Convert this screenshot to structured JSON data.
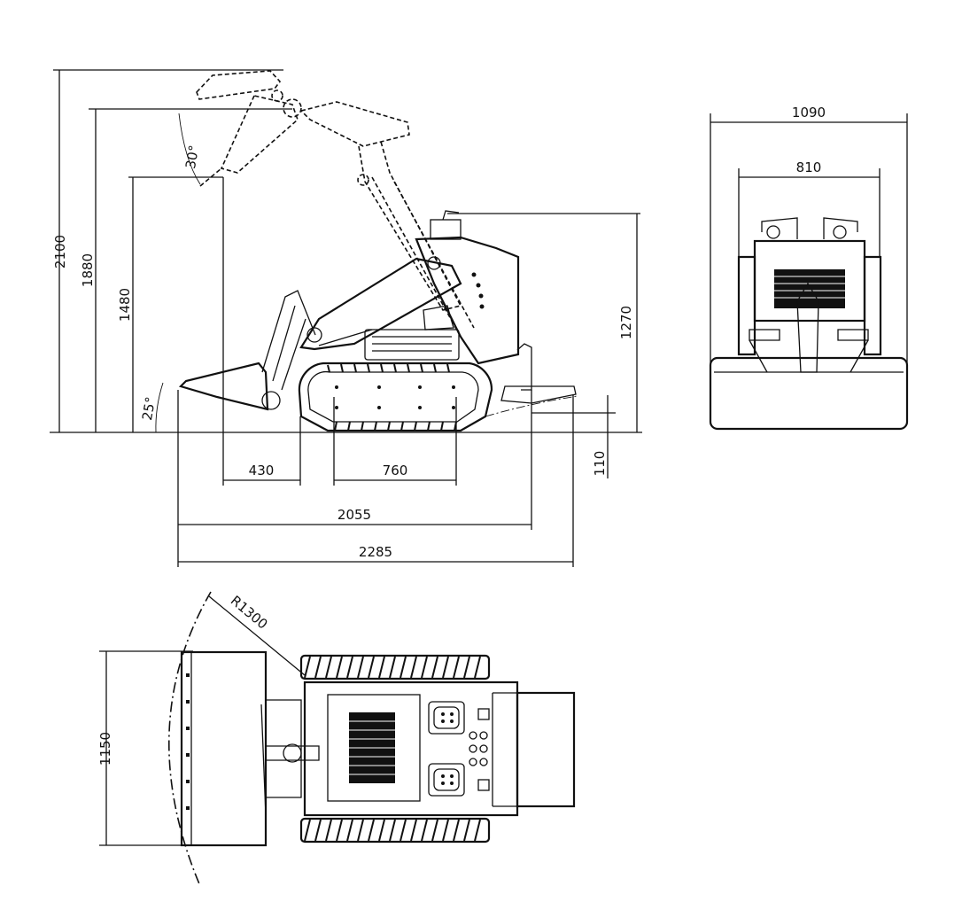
{
  "side_view": {
    "dim_total_height": "2100",
    "dim_hinge_height": "1880",
    "dim_dump_height": "1480",
    "dim_machine_height": "1270",
    "dim_ground_clearance": "110",
    "dim_dump_reach": "430",
    "dim_wheelbase": "760",
    "dim_length_no_bucket": "2055",
    "dim_overall_length": "2285",
    "angle_dump": "30°",
    "angle_rollback": "25°"
  },
  "front_view": {
    "dim_overall_width": "1090",
    "dim_track_width": "810"
  },
  "top_view": {
    "dim_turn_radius": "R1300",
    "dim_bucket_width": "1150"
  }
}
